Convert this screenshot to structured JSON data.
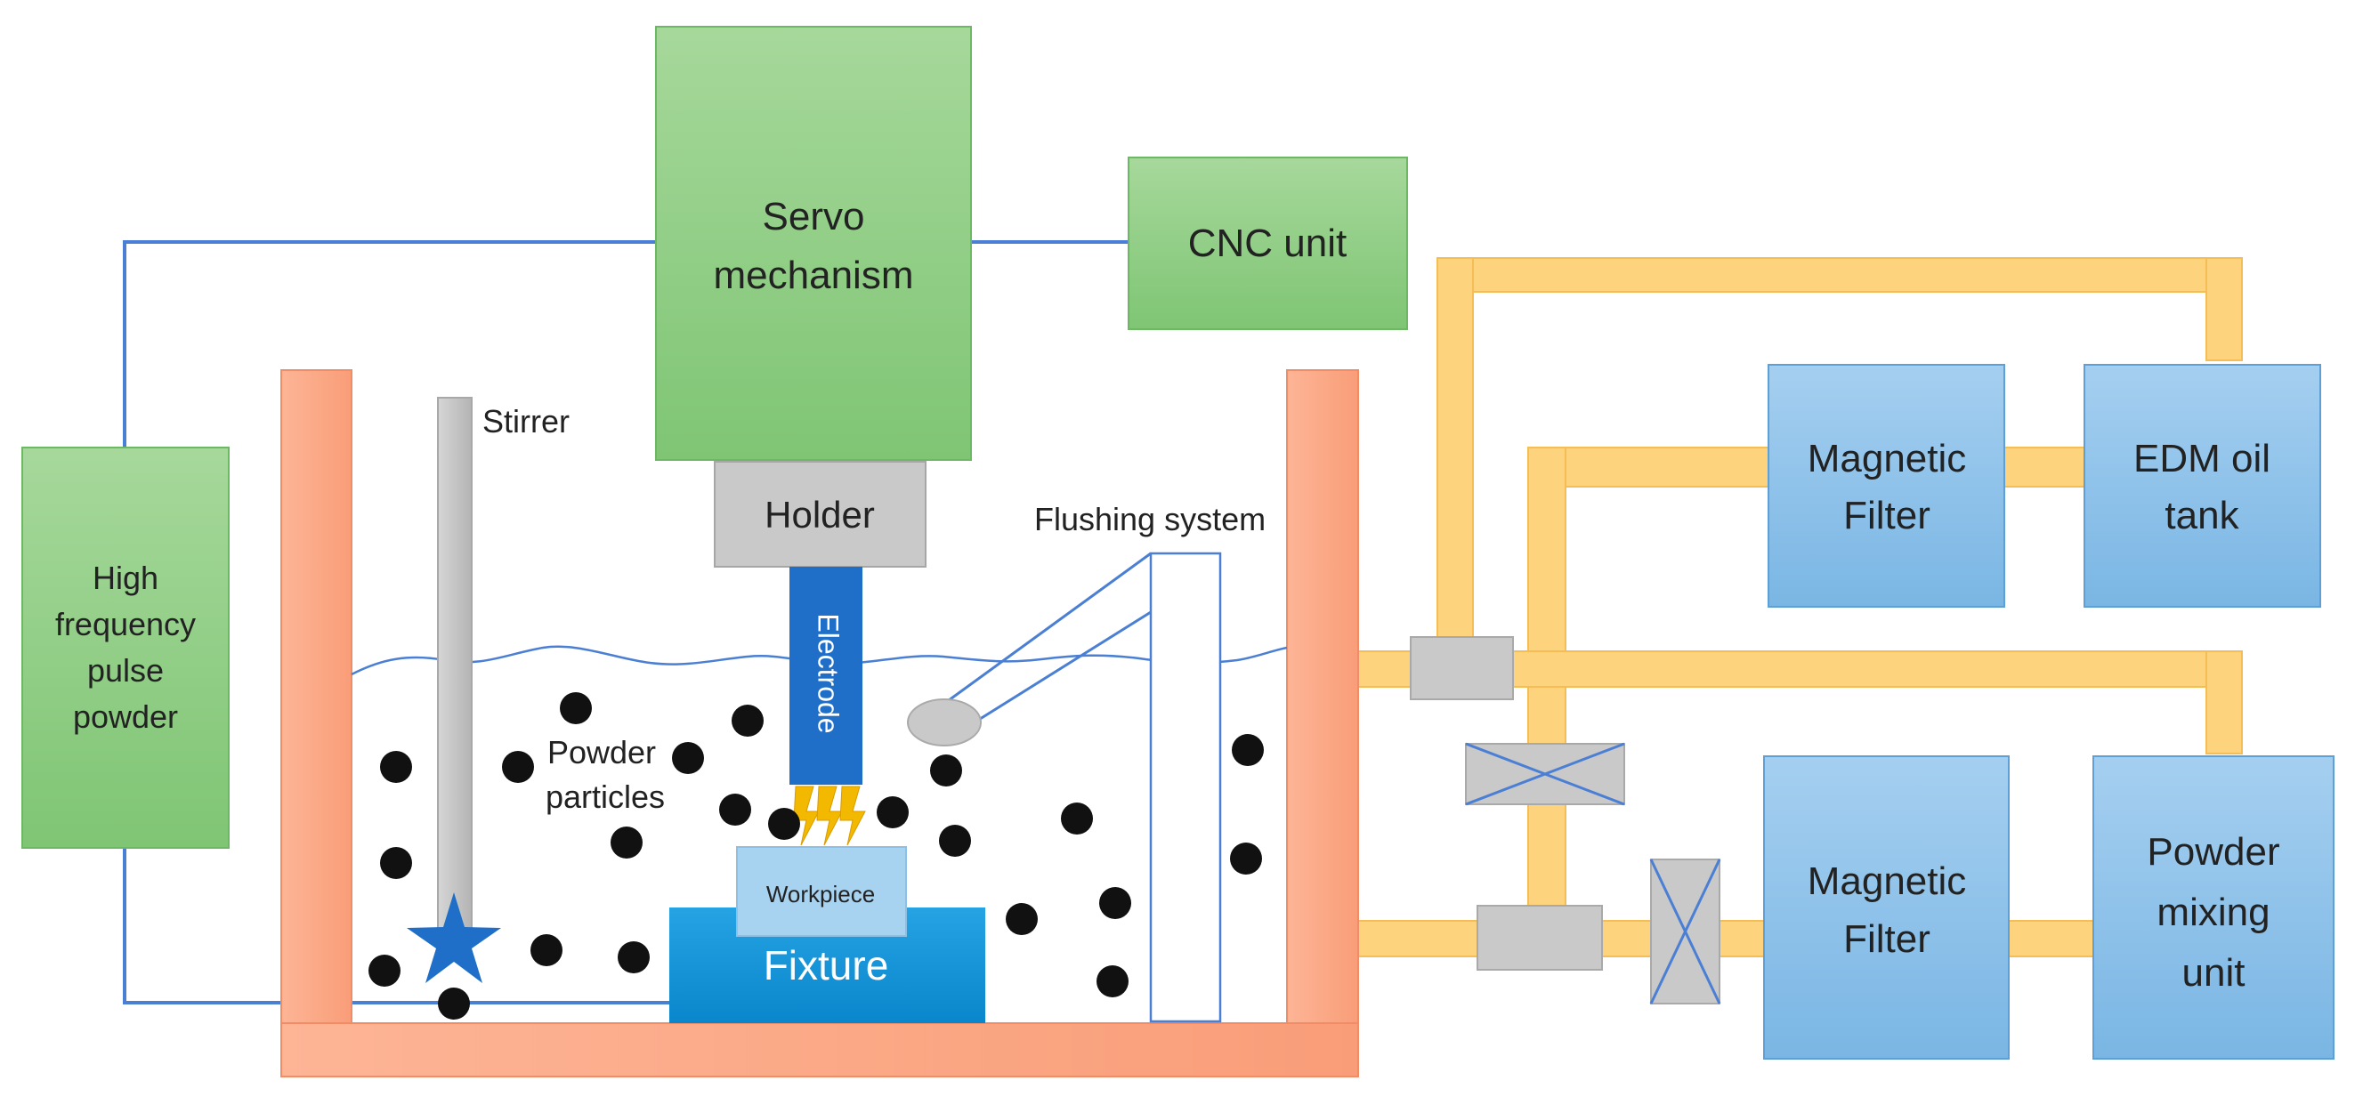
{
  "labels": {
    "servo_line1": "Servo",
    "servo_line2": "mechanism",
    "cnc": "CNC unit",
    "holder": "Holder",
    "electrode": "Electrode",
    "stirrer": "Stirrer",
    "flushing": "Flushing system",
    "powder_particles_line1": "Powder",
    "powder_particles_line2": "particles",
    "workpiece": "Workpiece",
    "fixture": "Fixture",
    "pulse_line1": "High",
    "pulse_line2": "frequency",
    "pulse_line3": "pulse",
    "pulse_line4": "powder",
    "mag_filter_top_line1": "Magnetic",
    "mag_filter_top_line2": "Filter",
    "oil_tank_line1": "EDM oil",
    "oil_tank_line2": "tank",
    "mag_filter_bottom_line1": "Magnetic",
    "mag_filter_bottom_line2": "Filter",
    "mixing_line1": "Powder",
    "mixing_line2": "mixing",
    "mixing_line3": "unit"
  },
  "colors": {
    "green_box": "#8fcf83",
    "blue_box": "#8fc3ea",
    "tank_wall": "#fba986",
    "pipe": "#fdd37e",
    "grey_block": "#c9c9c9",
    "wire": "#4a7fd4",
    "electrode": "#1f6fc9",
    "fixture": "#1592d6",
    "workpiece": "#a7d2f0",
    "particle": "#111111",
    "stirrer_star": "#1f6fc9",
    "spark": "#f2b900"
  },
  "icons": {
    "stirrer_blade": "star-icon",
    "spark": "lightning-icon",
    "valve": "x-valve-icon"
  }
}
